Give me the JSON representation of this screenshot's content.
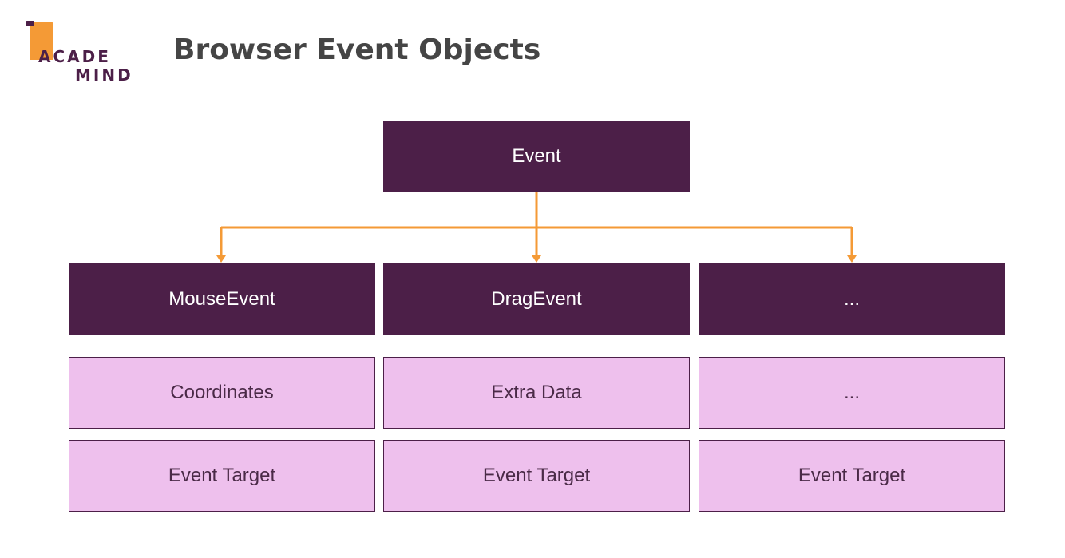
{
  "logo": {
    "line1": "ACADE",
    "line2": "MIND"
  },
  "title": "Browser Event Objects",
  "colors": {
    "dark_box": "#4c1f48",
    "light_box": "#eec0ed",
    "connector": "#f49a36",
    "title_text": "#454545"
  },
  "root": {
    "label": "Event"
  },
  "children": [
    {
      "label": "MouseEvent",
      "properties": [
        "Coordinates",
        "Event Target"
      ]
    },
    {
      "label": "DragEvent",
      "properties": [
        "Extra Data",
        "Event Target"
      ]
    },
    {
      "label": "...",
      "properties": [
        "...",
        "Event Target"
      ]
    }
  ]
}
